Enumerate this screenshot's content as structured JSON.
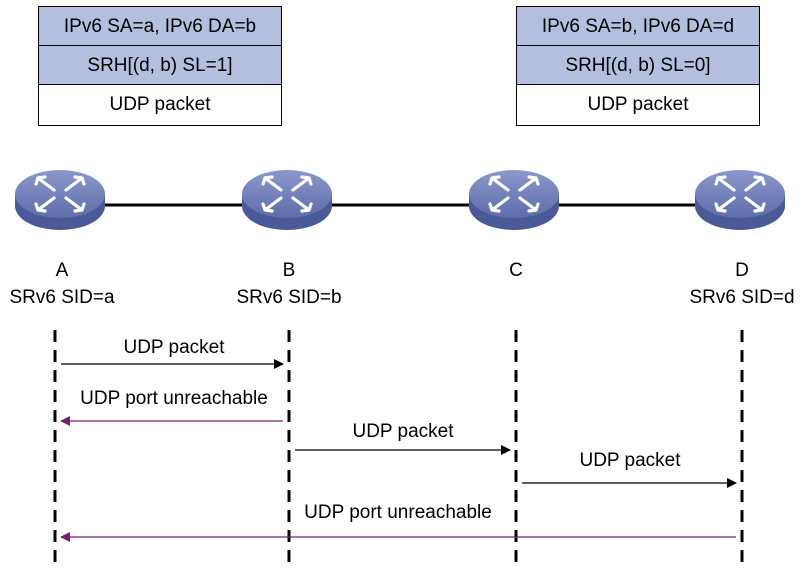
{
  "packets": {
    "left": {
      "rows": [
        "IPv6 SA=a, IPv6 DA=b",
        "SRH[(d, b) SL=1]",
        "UDP packet"
      ]
    },
    "right": {
      "rows": [
        "IPv6 SA=b, IPv6 DA=d",
        "SRH[(d, b) SL=0]",
        "UDP packet"
      ]
    }
  },
  "nodes": [
    {
      "id": "A",
      "label": "A",
      "sid": "SRv6 SID=a"
    },
    {
      "id": "B",
      "label": "B",
      "sid": "SRv6 SID=b"
    },
    {
      "id": "C",
      "label": "C",
      "sid": ""
    },
    {
      "id": "D",
      "label": "D",
      "sid": "SRv6 SID=d"
    }
  ],
  "messages": [
    {
      "from": "A",
      "to": "B",
      "label": "UDP packet",
      "color": "#000000"
    },
    {
      "from": "B",
      "to": "A",
      "label": "UDP port unreachable",
      "color": "#7a1f6e"
    },
    {
      "from": "B",
      "to": "C",
      "label": "UDP packet",
      "color": "#000000"
    },
    {
      "from": "C",
      "to": "D",
      "label": "UDP packet",
      "color": "#000000"
    },
    {
      "from": "D",
      "to": "A",
      "label": "UDP port unreachable",
      "color": "#7a1f6e"
    }
  ],
  "colors": {
    "router_top": "#6f7fb8",
    "router_side": "#4a5a98",
    "link": "#000000",
    "request": "#000000",
    "reply": "#7a1f6e"
  }
}
